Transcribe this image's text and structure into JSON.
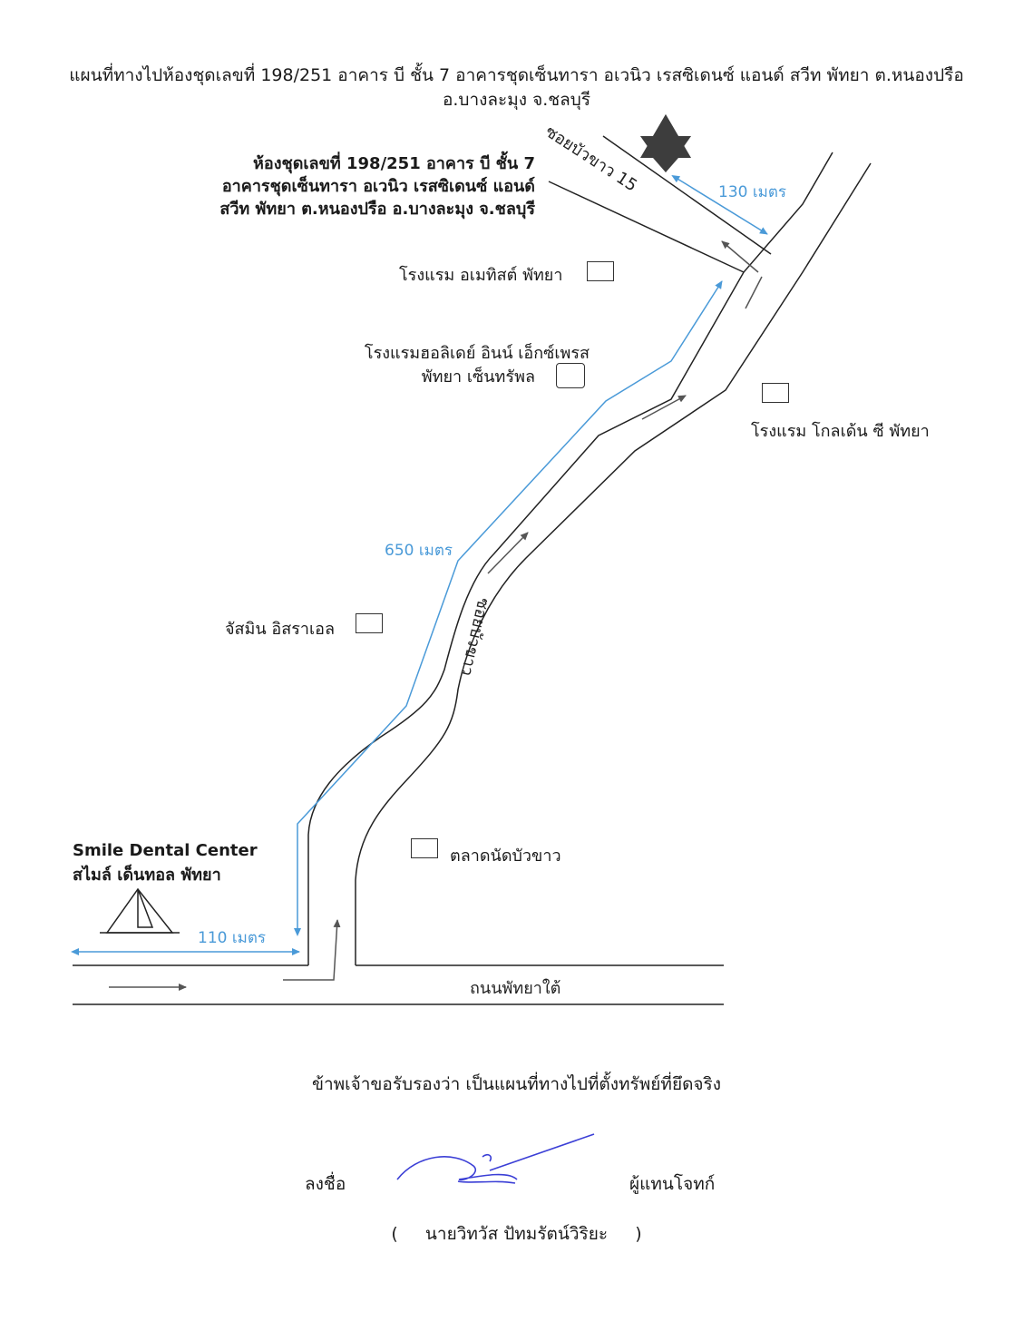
{
  "title": {
    "line1": "แผนที่ทางไปห้องชุดเลขที่ 198/251 อาคาร บี ชั้น 7 อาคารชุดเซ็นทารา อเวนิว เรสซิเดนซ์ แอนด์ สวีท พัทยา ต.หนองปรือ",
    "line2": "อ.บางละมุง จ.ชลบุรี"
  },
  "destination": {
    "line1": "ห้องชุดเลขที่ 198/251 อาคาร บี ชั้น 7",
    "line2": "อาคารชุดเซ็นทารา อเวนิว เรสซิเดนซ์ แอนด์",
    "line3": "สวีท พัทยา ต.หนองปรือ อ.บางละมุง จ.ชลบุรี"
  },
  "roads": {
    "soi": "ซอยบัวขาว 15",
    "main_soi": "ซอยบัวขาว",
    "main_road": "ถนนพัทยาใต้"
  },
  "distances": {
    "d130": "130 เมตร",
    "d650": "650 เมตร",
    "d110": "110 เมตร"
  },
  "landmarks": {
    "amethyst": "โรงแรม อเมทิสต์ พัทยา",
    "holiday_inn_1": "โรงแรมฮอลิเดย์ อินน์ เอ็กซ์เพรส",
    "holiday_inn_2": "พัทยา เซ็นทรัพล",
    "golden_sea": "โรงแรม โกลเด้น ซี พัทยา",
    "jasmine": "จัสมิน อิสราเอล",
    "market": "ตลาดนัดบัวขาว",
    "clinic_en": "Smile Dental Center",
    "clinic_th": "สไมล์ เด็นทอล พัทยา"
  },
  "certification": {
    "statement": "ข้าพเจ้าขอรับรองว่า เป็นแผนที่ทางไปที่ตั้งทรัพย์ที่ยึดจริง",
    "sign_label": "ลงชื่อ",
    "role": "ผู้แทนโจทก์",
    "name": "(     นายวิทวัส ปัทมรัตน์วิริยะ     )"
  },
  "colors": {
    "road": "#222222",
    "route": "#4a9ad8",
    "star": "#3d3d3d",
    "signature": "#3b3fd6"
  },
  "icons": {
    "destination": "star-icon",
    "clinic": "tent-icon"
  }
}
